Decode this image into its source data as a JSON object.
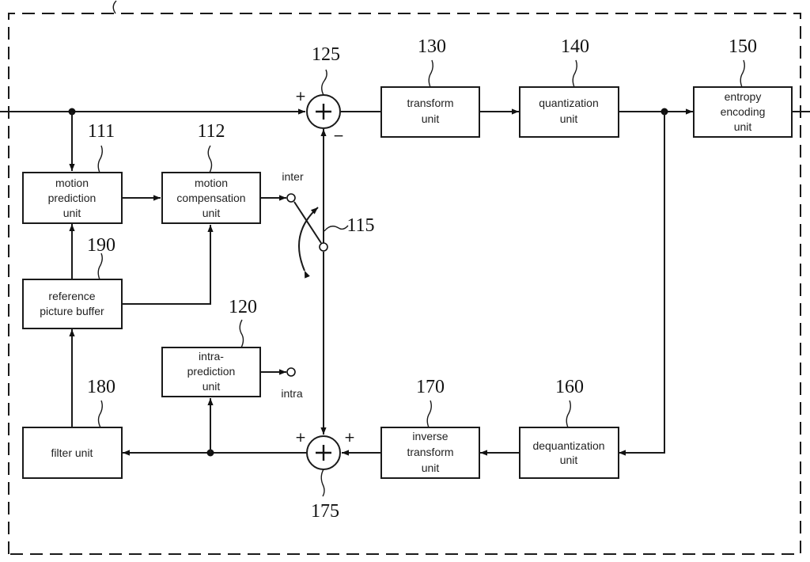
{
  "diagram": {
    "type": "video-encoder-block-diagram",
    "blocks": [
      {
        "id": "111",
        "lines": [
          "motion",
          "prediction",
          "unit"
        ]
      },
      {
        "id": "112",
        "lines": [
          "motion",
          "compensation",
          "unit"
        ]
      },
      {
        "id": "190",
        "lines": [
          "reference",
          "picture buffer"
        ]
      },
      {
        "id": "120",
        "lines": [
          "intra-",
          "prediction",
          "unit"
        ]
      },
      {
        "id": "180",
        "lines": [
          "filter unit"
        ]
      },
      {
        "id": "130",
        "lines": [
          "transform",
          "unit"
        ]
      },
      {
        "id": "140",
        "lines": [
          "quantization",
          "unit"
        ]
      },
      {
        "id": "150",
        "lines": [
          "entropy",
          "encoding",
          "unit"
        ]
      },
      {
        "id": "170",
        "lines": [
          "inverse",
          "transform",
          "unit"
        ]
      },
      {
        "id": "160",
        "lines": [
          "dequantization",
          "unit"
        ]
      }
    ],
    "adders": [
      {
        "id": "125",
        "inputs": [
          "+",
          "-"
        ]
      },
      {
        "id": "175",
        "inputs": [
          "+",
          "+"
        ]
      }
    ],
    "switch": {
      "id": "115",
      "inter_label": "inter",
      "intra_label": "intra"
    },
    "ref_numbers": {
      "b111": "111",
      "b112": "112",
      "b190": "190",
      "b120": "120",
      "b180": "180",
      "b130": "130",
      "b140": "140",
      "b150": "150",
      "b170": "170",
      "b160": "160",
      "a125": "125",
      "a175": "175",
      "s115": "115"
    },
    "signs": {
      "a125_left": "+",
      "a125_bottom": "−",
      "a175_left": "+",
      "a175_right": "+"
    },
    "edges": [
      [
        "input",
        "125"
      ],
      [
        "input",
        "111"
      ],
      [
        "111",
        "112"
      ],
      [
        "190",
        "111"
      ],
      [
        "190",
        "112"
      ],
      [
        "112",
        "115"
      ],
      [
        "120",
        "115"
      ],
      [
        "115",
        "125"
      ],
      [
        "115",
        "175"
      ],
      [
        "125",
        "130"
      ],
      [
        "130",
        "140"
      ],
      [
        "140",
        "150"
      ],
      [
        "140",
        "160"
      ],
      [
        "160",
        "170"
      ],
      [
        "170",
        "175"
      ],
      [
        "175",
        "180"
      ],
      [
        "175",
        "120"
      ],
      [
        "180",
        "190"
      ]
    ]
  }
}
